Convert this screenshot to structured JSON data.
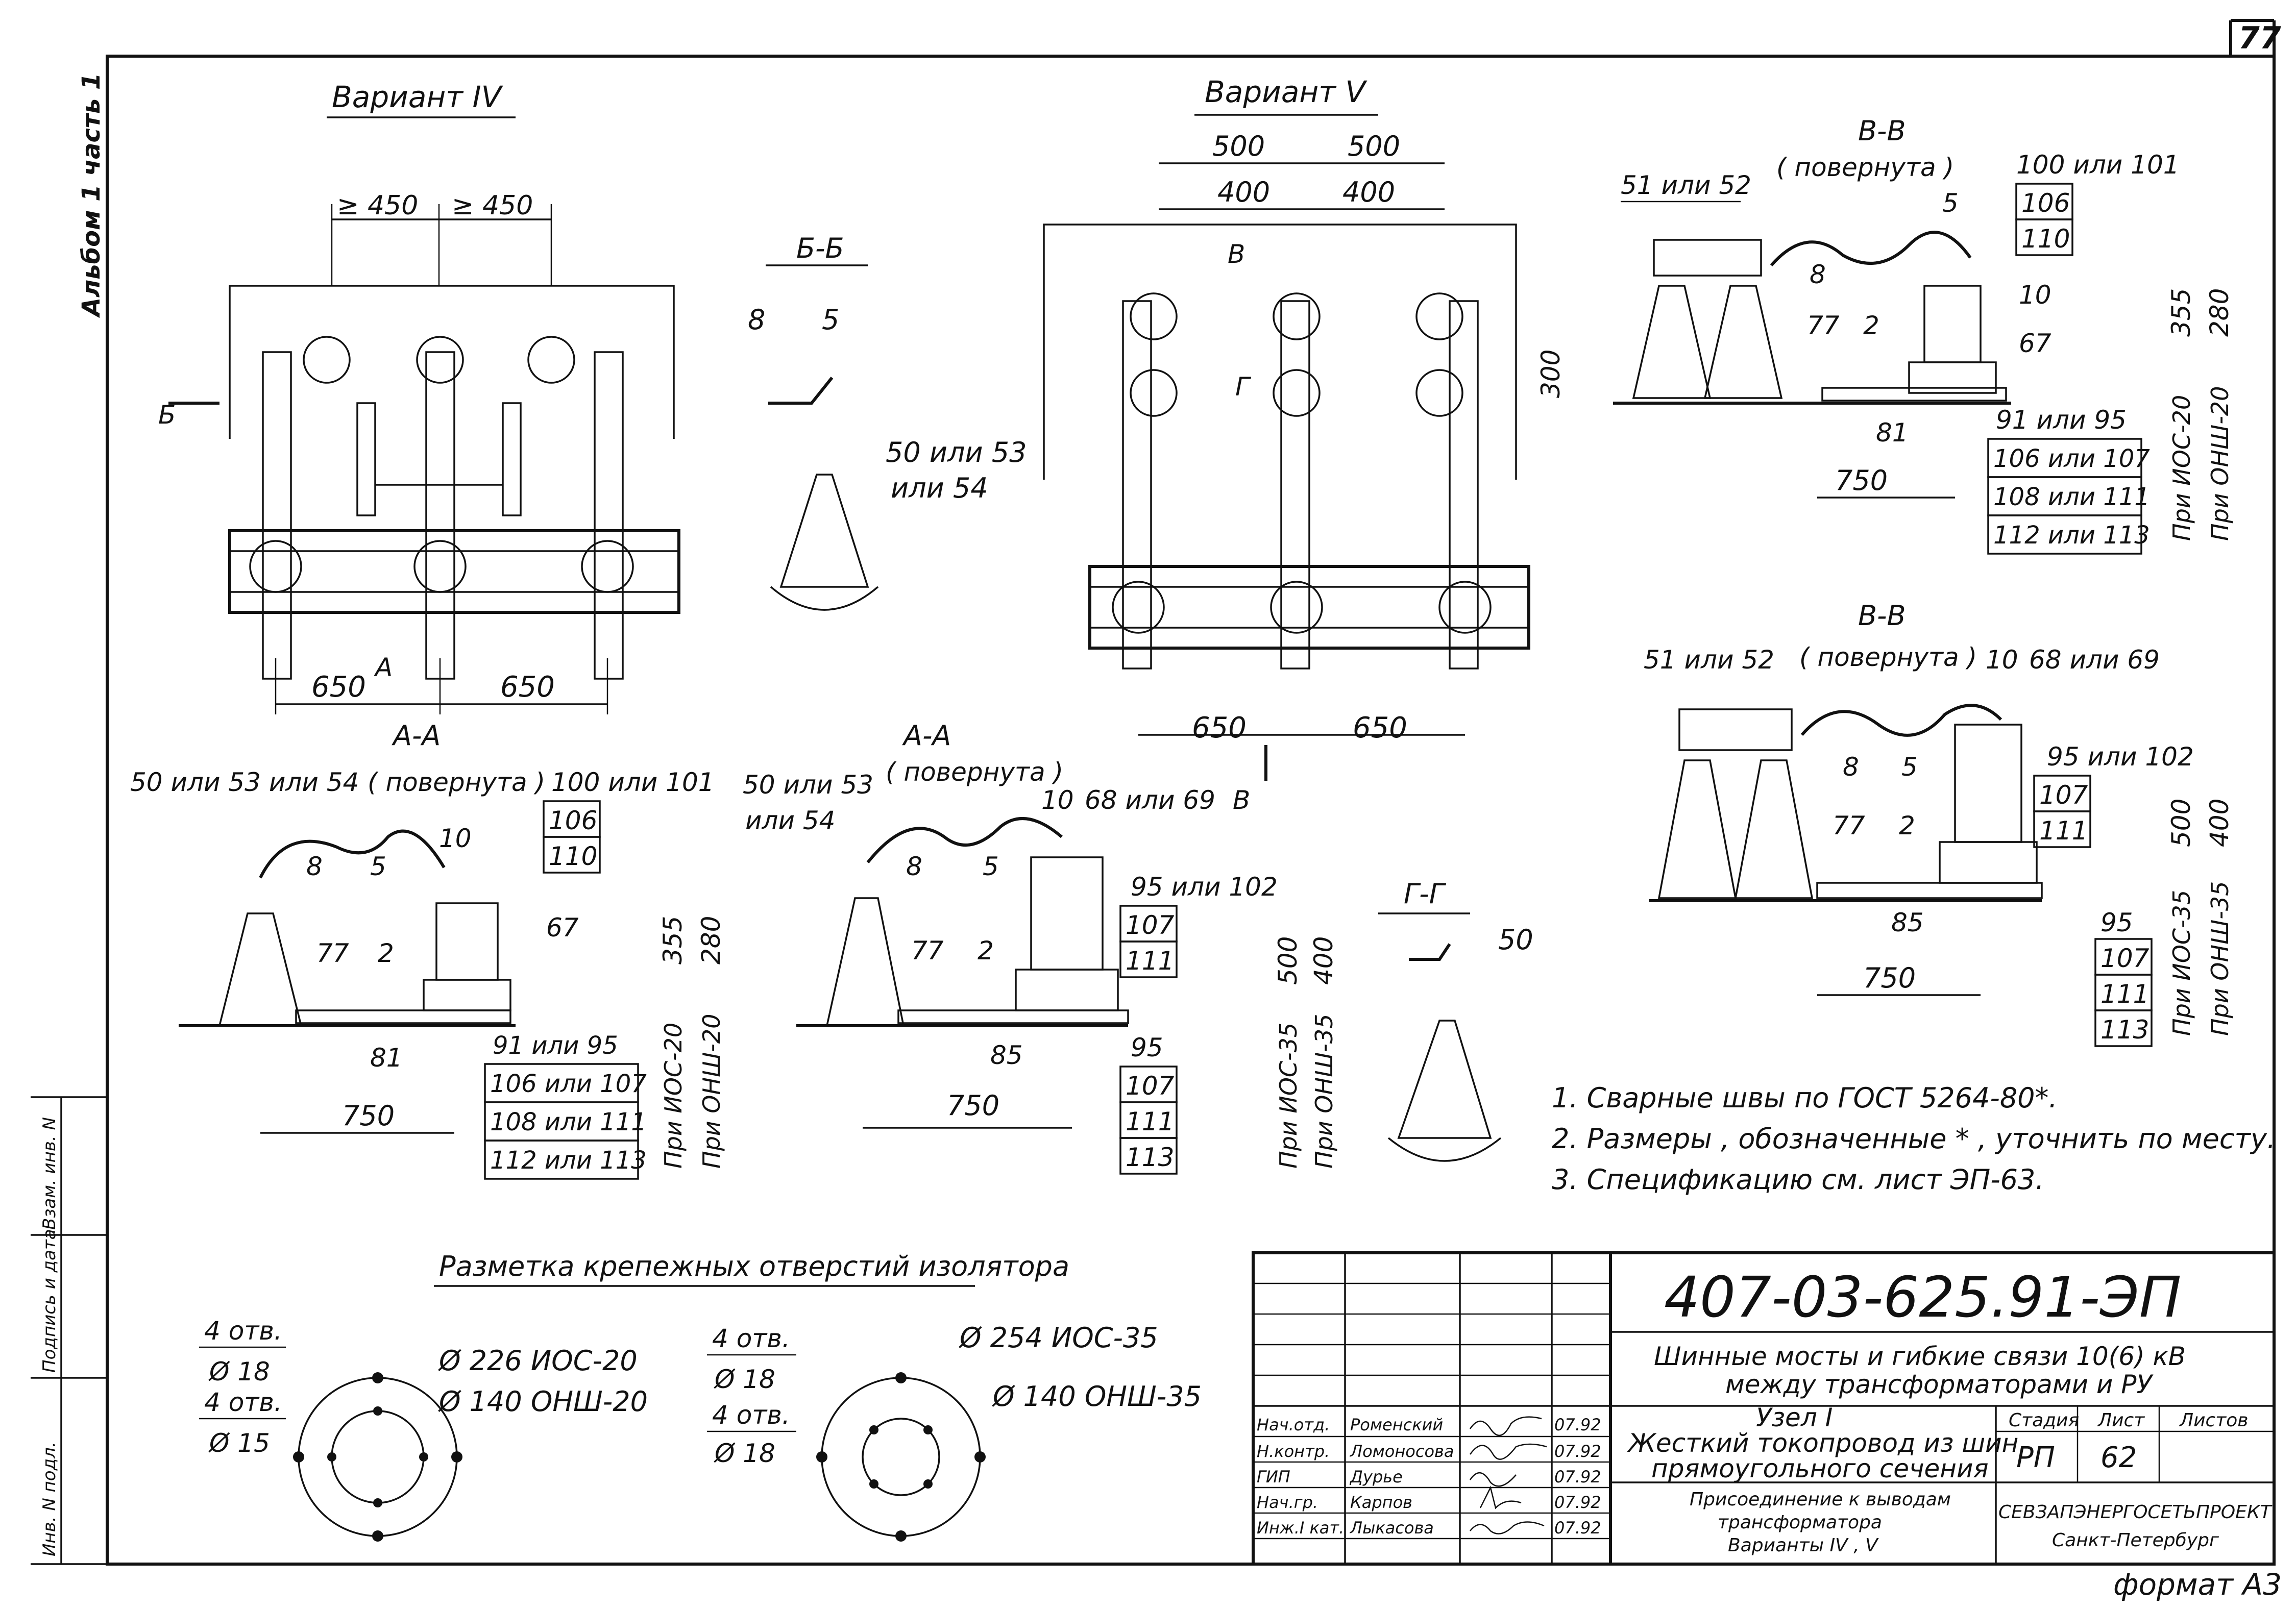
{
  "page": {
    "sheet_number": "77",
    "format": "формат А3"
  },
  "margin_stamps": {
    "album": "Альбом 1 часть 1",
    "inv": "Инв. N подл.",
    "sign_date": "Подпись и дата",
    "vzam": "Взам. инв. N"
  },
  "views": {
    "variant4": {
      "title": "Вариант IV",
      "d450a": "≥ 450",
      "d450b": "≥ 450",
      "d650a": "650",
      "d650b": "650",
      "sec_b": "Б",
      "sec_a": "А"
    },
    "bb": {
      "title": "Б-Б",
      "c8": "8",
      "c5": "5",
      "c50": "50 или 53",
      "c54": "или 54"
    },
    "variant5": {
      "title": "Вариант V",
      "d500a": "500",
      "d500b": "500",
      "d400a": "400",
      "d400b": "400",
      "d300": "300",
      "d650a": "650",
      "d650b": "650",
      "sec_v": "В",
      "sec_g": "Г"
    },
    "vv1": {
      "title": "В-В",
      "sub": "( повернута )",
      "c51": "51 или 52",
      "c5": "5",
      "c8": "8",
      "c100": "100 или 101",
      "c106": "106",
      "c110": "110",
      "c10": "10",
      "c67": "67",
      "c77": "77",
      "c2": "2",
      "c81": "81",
      "c91": "91 или 95",
      "c106b": "106 или 107",
      "c108": "108 или 111",
      "c112": "112 или 113",
      "d750": "750",
      "d355": "355",
      "d280": "280",
      "ios": "При ИОС-20",
      "onsh": "При ОНШ-20"
    },
    "vv2": {
      "title": "В-В",
      "sub": "( повернута )",
      "c51": "51 или 52",
      "c10": "10",
      "c68": "68 или 69",
      "c8": "8",
      "c5": "5",
      "c95": "95 или 102",
      "c107": "107",
      "c111": "111",
      "c77": "77",
      "c2": "2",
      "c85": "85",
      "c95b": "95",
      "c107b": "107",
      "c111b": "111",
      "c113": "113",
      "d750": "750",
      "d500": "500",
      "d400": "400",
      "ios": "При ИОС-35",
      "onsh": "При ОНШ-35"
    },
    "aa1": {
      "title": "А-А",
      "sub": "( повернута )",
      "c50": "50 или 53 или 54",
      "c100": "100 или 101",
      "c106": "106",
      "c110": "110",
      "c10": "10",
      "c8": "8",
      "c5": "5",
      "c67": "67",
      "c77": "77",
      "c2": "2",
      "c81": "81",
      "c91": "91 или 95",
      "c106b": "106 или 107",
      "c108": "108 или 111",
      "c112": "112 или 113",
      "d750": "750",
      "d355": "355",
      "d280": "280",
      "ios": "При ИОС-20",
      "onsh": "При ОНШ-20"
    },
    "aa2": {
      "title": "А-А",
      "sub": "( повернута )",
      "c50": "50 или 53",
      "c54": "или 54",
      "c10": "10",
      "c68": "68 или 69",
      "c8": "8",
      "c5": "5",
      "c95": "95 или 102",
      "c107": "107",
      "c111": "111",
      "c77": "77",
      "c2": "2",
      "c85": "85",
      "c95b": "95",
      "c107b": "107",
      "c111b": "111",
      "c113": "113",
      "d750": "750",
      "d500": "500",
      "d400": "400",
      "ios": "При ИОС-35",
      "onsh": "При ОНШ-35"
    },
    "gg": {
      "title": "Г-Г",
      "c50": "50"
    },
    "holes": {
      "title": "Разметка крепежных отверстий изолятора",
      "l1": "4 отв.",
      "l2": "Ø 18",
      "l3": "4 отв.",
      "l4": "Ø 15",
      "l5": "Ø 226  ИОС-20",
      "l6": "Ø 140  ОНШ-20",
      "r1": "4 отв.",
      "r2": "Ø 18",
      "r3": "4 отв.",
      "r4": "Ø 18",
      "r5": "Ø 254  ИОС-35",
      "r6": "Ø 140  ОНШ-35"
    }
  },
  "notes": [
    "1.  Сварные швы по ГОСТ 5264-80*.",
    "2.  Размеры , обозначенные * , уточнить по месту.",
    "3.  Спецификацию см. лист ЭП-63."
  ],
  "title_block": {
    "code": "407-03-625.91-ЭП",
    "name1": "Шинные мосты и гибкие связи 10(6) кВ",
    "name2": "между трансформаторами и РУ",
    "node1": "Узел I",
    "node2": "Жесткий токопровод из шин",
    "node3": "прямоугольного сечения",
    "sub1": "Присоединение к выводам",
    "sub2": "трансформатора",
    "sub3": "Варианты IV , V",
    "h_stage": "Стадия",
    "h_sheet": "Лист",
    "h_sheets": "Листов",
    "stage": "РП",
    "sheet": "62",
    "org1": "СЕВЗАПЭНЕРГОСЕТЬПРОЕКТ",
    "org2": "Санкт-Петербург",
    "staff": [
      {
        "role": "Нач.отд.",
        "name": "Роменский",
        "date": "07.92"
      },
      {
        "role": "Н.контр.",
        "name": "Ломоносова",
        "date": "07.92"
      },
      {
        "role": "ГИП",
        "name": "Дурье",
        "date": "07.92"
      },
      {
        "role": "Нач.гр.",
        "name": "Карпов",
        "date": "07.92"
      },
      {
        "role": "Инж.I кат.",
        "name": "Лыкасова",
        "date": "07.92"
      }
    ]
  }
}
